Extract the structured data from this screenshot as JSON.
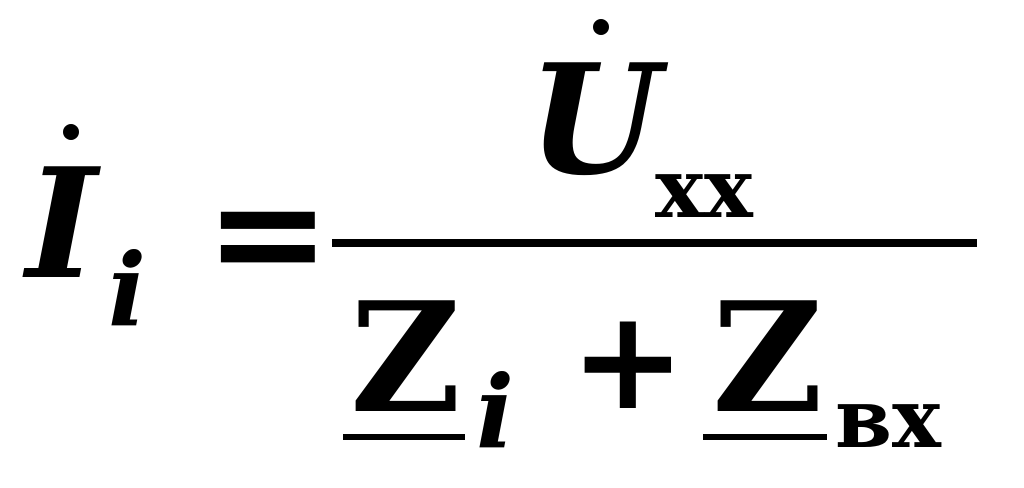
{
  "formula": {
    "lhs": {
      "symbol": "I",
      "subscript": "i"
    },
    "equals": "=",
    "numerator": {
      "symbol": "U",
      "subscript": "xx"
    },
    "denominator": {
      "term1": {
        "symbol": "Z",
        "subscript": "i"
      },
      "operator": "+",
      "term2": {
        "symbol": "Z",
        "subscript": "вх"
      }
    }
  }
}
